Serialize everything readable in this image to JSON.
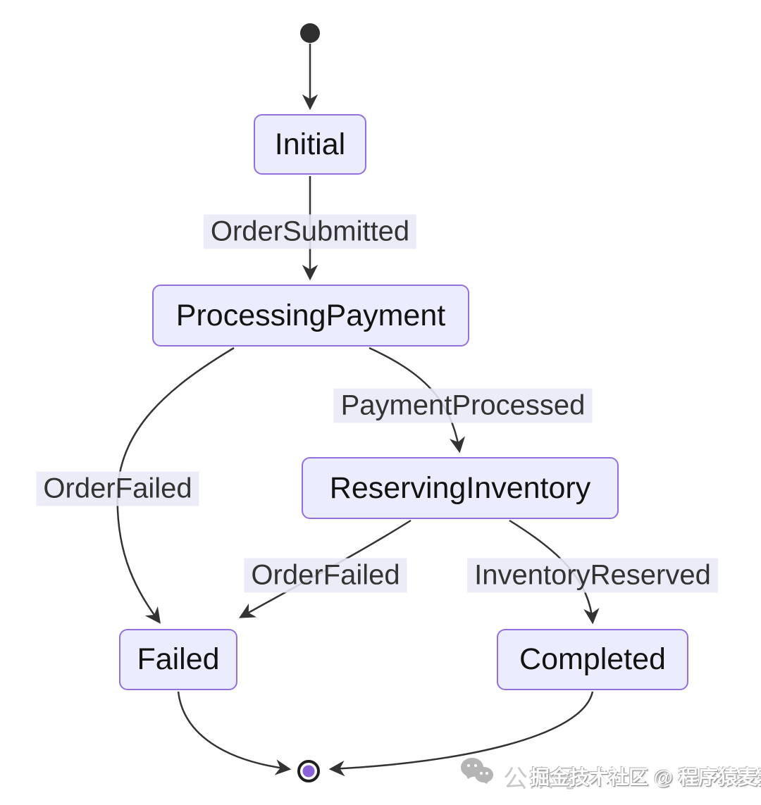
{
  "diagram": {
    "type": "state-machine",
    "states": [
      {
        "id": "Initial",
        "label": "Initial"
      },
      {
        "id": "ProcessingPayment",
        "label": "ProcessingPayment"
      },
      {
        "id": "ReservingInventory",
        "label": "ReservingInventory"
      },
      {
        "id": "Failed",
        "label": "Failed"
      },
      {
        "id": "Completed",
        "label": "Completed"
      }
    ],
    "transitions": [
      {
        "from": "[*]",
        "to": "Initial",
        "label": ""
      },
      {
        "from": "Initial",
        "to": "ProcessingPayment",
        "label": "OrderSubmitted"
      },
      {
        "from": "ProcessingPayment",
        "to": "ReservingInventory",
        "label": "PaymentProcessed"
      },
      {
        "from": "ProcessingPayment",
        "to": "Failed",
        "label": "OrderFailed"
      },
      {
        "from": "ReservingInventory",
        "to": "Failed",
        "label": "OrderFailed"
      },
      {
        "from": "ReservingInventory",
        "to": "Completed",
        "label": "InventoryReserved"
      },
      {
        "from": "Failed",
        "to": "[*]",
        "label": ""
      },
      {
        "from": "Completed",
        "to": "[*]",
        "label": ""
      }
    ],
    "colors": {
      "node_fill": "#ECECFF",
      "node_border": "#9370DB",
      "node_text": "#131313",
      "edge_stroke": "#333333",
      "edge_label_text": "#333333",
      "edge_label_bg": "#E9E9F8",
      "start_dot": "#2F2F2F",
      "final_ring": "#1F1F1F",
      "final_dot": "#8A63D9",
      "background": "#FFFFFF"
    }
  },
  "watermark": {
    "icon": "wechat-icon",
    "faint_text": "公众号",
    "main_text": "掘金技术社区 @ 程序猿麦麦"
  }
}
